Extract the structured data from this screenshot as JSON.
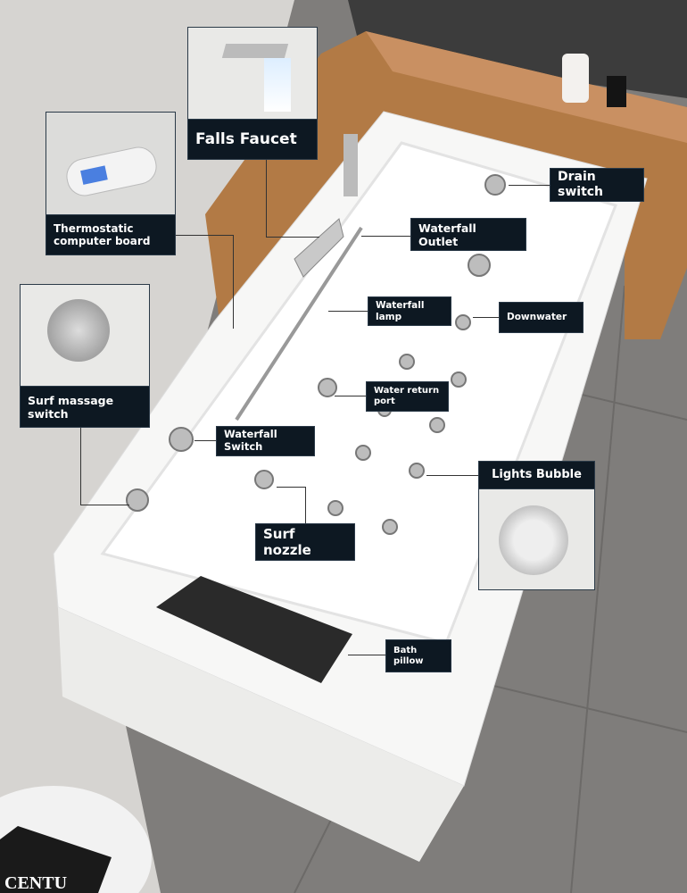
{
  "labels": {
    "falls_faucet": "Falls Faucet",
    "thermostatic": "Thermostatic computer board",
    "surf_massage_switch": "Surf massage switch",
    "drain_switch": "Drain switch",
    "waterfall_outlet": "Waterfall Outlet",
    "waterfall_lamp": "Waterfall lamp",
    "downwater": "Downwater",
    "water_return_port": "Water return port",
    "waterfall_switch": "Waterfall Switch",
    "lights_bubble": "Lights Bubble",
    "surf_nozzle": "Surf nozzle",
    "bath_pillow": "Bath pillow"
  },
  "book_text": "CENTU"
}
